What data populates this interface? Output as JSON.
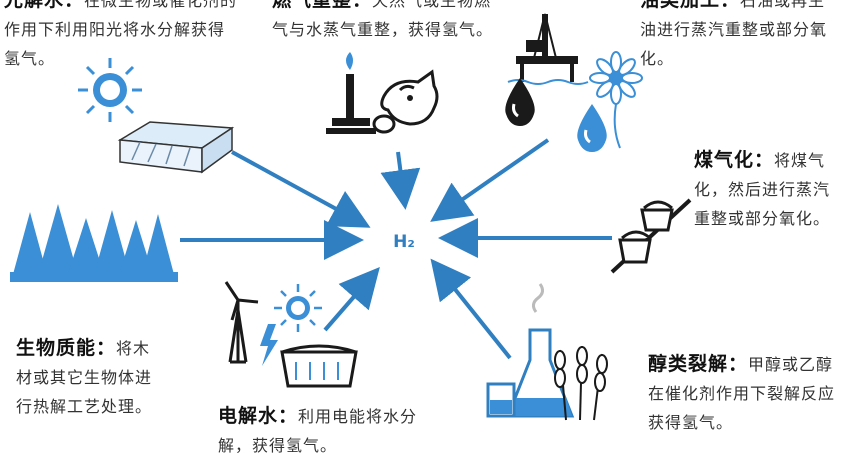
{
  "center_label": "H₂",
  "blocks": {
    "photolysis": {
      "title_partial": "光解水：",
      "text": "在微生物或催化剂的作用下利用阳光将水分解获得氢气。"
    },
    "fuel_reforming": {
      "title": "燃气重整：",
      "text": "天然气或生物燃气与水蒸气重整，获得氢气。"
    },
    "oil_processing": {
      "title": "油类加工：",
      "text": "石油或再生油进行蒸汽重整或部分氧化。"
    },
    "coal_gasification": {
      "title": "煤气化：",
      "text": "将煤气化，然后进行蒸汽重整或部分氧化。"
    },
    "biomass": {
      "title": "生物质能：",
      "text": "将木材或其它生物体进行热解工艺处理。"
    },
    "electrolysis": {
      "title": "电解水：",
      "text": "利用电能将水分解，获得氢气。"
    },
    "alcohol_cracking": {
      "title": "醇类裂解：",
      "text": "甲醇或乙醇在催化剂作用下裂解反应获得氢气。"
    }
  },
  "colors": {
    "arrow": "#2f7fc1",
    "icon_blue": "#3a8fd6",
    "icon_dark": "#1a1a1a"
  }
}
